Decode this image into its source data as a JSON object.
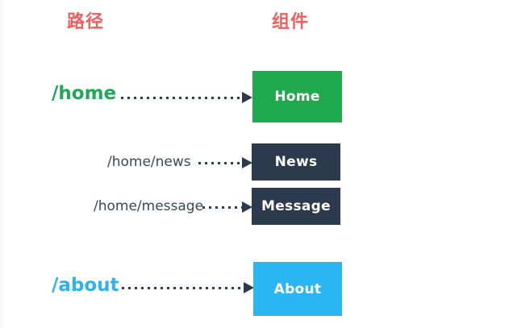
{
  "headers": {
    "path": "路径",
    "component": "组件"
  },
  "rows": [
    {
      "path": "/home",
      "component": "Home"
    },
    {
      "path": "/home/news",
      "component": "News"
    },
    {
      "path": "/home/message",
      "component": "Message"
    },
    {
      "path": "/about",
      "component": "About"
    }
  ],
  "colors": {
    "header_red": "#f25e5e",
    "home_box_green": "#21a94e",
    "home_path_green": "#21a65a",
    "nested_box_navy": "#2c3a4d",
    "nested_path_navy": "#3a4757",
    "about_box_blue": "#29b6f2",
    "about_path_blue": "#2ab3f0",
    "arrow_navy": "#2c3a4d",
    "box_label_white": "#ffffff",
    "background": "#ffffff"
  }
}
